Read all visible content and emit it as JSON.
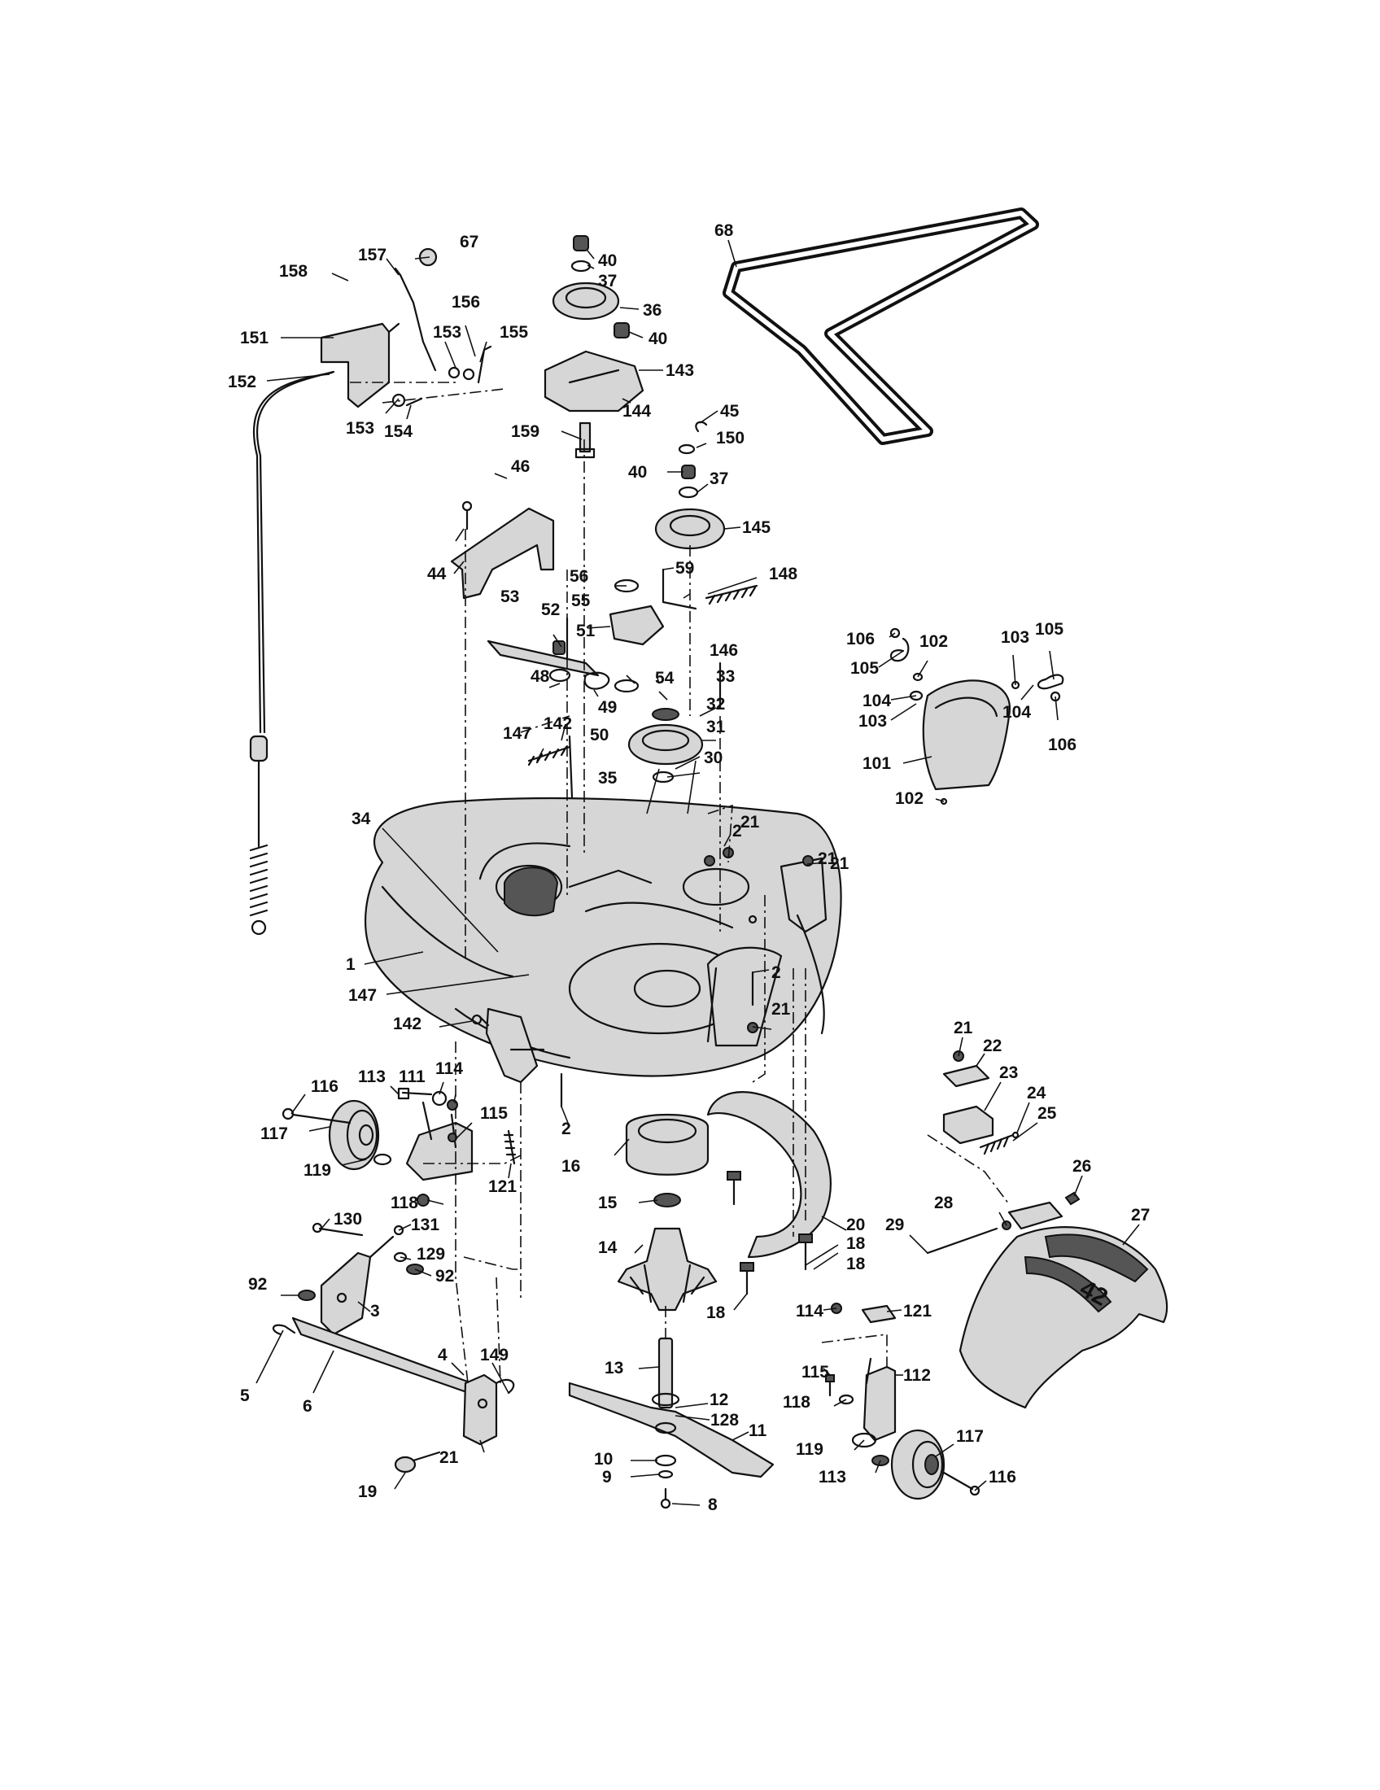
{
  "diagram": {
    "callouts": [
      "1",
      "2",
      "2",
      "2",
      "3",
      "4",
      "5",
      "6",
      "8",
      "9",
      "10",
      "11",
      "12",
      "13",
      "14",
      "15",
      "16",
      "18",
      "18",
      "18",
      "19",
      "20",
      "21",
      "21",
      "21",
      "21",
      "21",
      "21",
      "22",
      "23",
      "24",
      "25",
      "26",
      "27",
      "28",
      "29",
      "30",
      "31",
      "32",
      "33",
      "34",
      "35",
      "36",
      "37",
      "37",
      "40",
      "40",
      "40",
      "44",
      "45",
      "46",
      "48",
      "49",
      "50",
      "51",
      "52",
      "53",
      "54",
      "55",
      "56",
      "59",
      "67",
      "68",
      "92",
      "92",
      "101",
      "102",
      "102",
      "103",
      "103",
      "104",
      "104",
      "105",
      "105",
      "106",
      "106",
      "111",
      "112",
      "113",
      "113",
      "114",
      "114",
      "115",
      "115",
      "116",
      "116",
      "117",
      "117",
      "118",
      "118",
      "119",
      "119",
      "121",
      "121",
      "128",
      "129",
      "130",
      "131",
      "142",
      "142",
      "143",
      "144",
      "145",
      "146",
      "147",
      "147",
      "148",
      "149",
      "150",
      "151",
      "152",
      "153",
      "153",
      "154",
      "155",
      "156",
      "157",
      "158",
      "159"
    ],
    "deck_badge": "42"
  }
}
